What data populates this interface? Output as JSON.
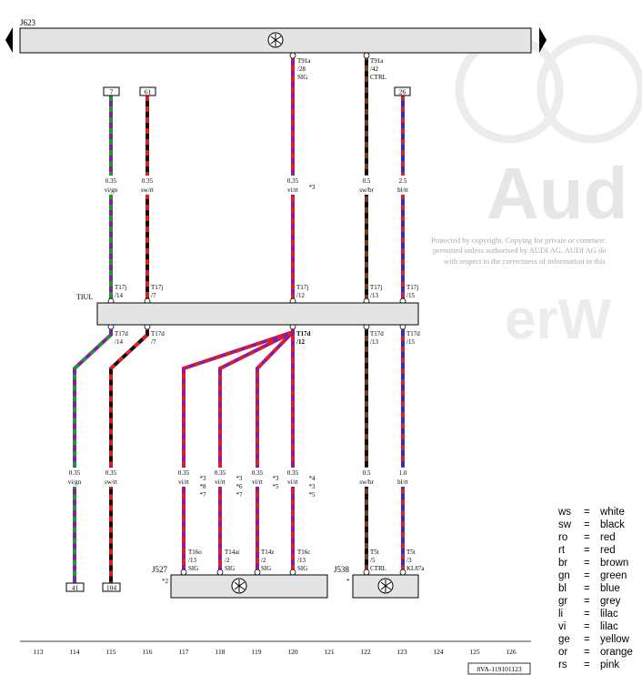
{
  "components": {
    "top_bar": {
      "label": "J623"
    },
    "tiul": {
      "label": "TIUL"
    },
    "j527": {
      "label": "J527",
      "note": "*2"
    },
    "j538": {
      "label": "J538",
      "note": "*"
    }
  },
  "watermark": {
    "brand": "Aud",
    "brand2": "erW",
    "copyright": [
      "Protected by copyright. Copying for private or commerc",
      "permitted unless authorised by AUDI AG. AUDI AG do",
      "with respect to the correctness of information in this"
    ]
  },
  "top_terminals": [
    {
      "pin": "T91a",
      "num": "/28",
      "sig": "SIG"
    },
    {
      "pin": "T91a",
      "num": "/42",
      "sig": "CTRL"
    }
  ],
  "ref_boxes_top": [
    "7",
    "61",
    "26"
  ],
  "ref_boxes_bottom": [
    "41",
    "104"
  ],
  "wire_specs_upper": [
    {
      "size": "0.35",
      "color": "vi/gn"
    },
    {
      "size": "0.35",
      "color": "sw/rt"
    },
    {
      "size": "0.35",
      "color": "vi/rt",
      "note": "*3"
    },
    {
      "size": "0.5",
      "color": "sw/br"
    },
    {
      "size": "2.5",
      "color": "bl/rt"
    }
  ],
  "tiul_pins_top": [
    {
      "pin": "T17j",
      "num": "/14"
    },
    {
      "pin": "T17j",
      "num": "/7"
    },
    {
      "pin": "T17j",
      "num": "/12"
    },
    {
      "pin": "T17j",
      "num": "/13"
    },
    {
      "pin": "T17j",
      "num": "/15"
    }
  ],
  "tiul_pins_bottom": [
    {
      "pin": "T17d",
      "num": "/14"
    },
    {
      "pin": "T17d",
      "num": "/7"
    },
    {
      "pin": "T17d",
      "num": "/12"
    },
    {
      "pin": "T17d",
      "num": "/13"
    },
    {
      "pin": "T17d",
      "num": "/15"
    }
  ],
  "wire_specs_lower": [
    {
      "size": "0.35",
      "color": "vi/gn"
    },
    {
      "size": "0.35",
      "color": "sw/rt"
    },
    {
      "size": "0.35",
      "color": "vi/rt",
      "notes": [
        "*3",
        "*8",
        "*7"
      ]
    },
    {
      "size": "0.35",
      "color": "vi/rt",
      "notes": [
        "*3",
        "*6",
        "*7"
      ]
    },
    {
      "size": "0.35",
      "color": "vi/rt",
      "notes": [
        "*3",
        "*5"
      ]
    },
    {
      "size": "0.35",
      "color": "vi/rt",
      "notes": [
        "*4",
        "*3",
        "*5"
      ]
    },
    {
      "size": "0.5",
      "color": "sw/br"
    },
    {
      "size": "1.0",
      "color": "bl/rt"
    }
  ],
  "bottom_terminals": [
    {
      "pin": "T16o",
      "num": "/13",
      "sig": "SIG"
    },
    {
      "pin": "T14at",
      "num": "/2",
      "sig": "SIG"
    },
    {
      "pin": "T14z",
      "num": "/2",
      "sig": "SIG"
    },
    {
      "pin": "T16c",
      "num": "/13",
      "sig": "SIG"
    },
    {
      "pin": "T5t",
      "num": "/5",
      "sig": "CTRL"
    },
    {
      "pin": "T5t",
      "num": "/3",
      "sig": "KL87a"
    }
  ],
  "scale": [
    "113",
    "114",
    "115",
    "116",
    "117",
    "118",
    "119",
    "120",
    "121",
    "122",
    "123",
    "124",
    "125",
    "126"
  ],
  "figure_id": "8VA-119101123",
  "legend": [
    {
      "code": "ws",
      "eq": "=",
      "name": "white"
    },
    {
      "code": "sw",
      "eq": "=",
      "name": "black"
    },
    {
      "code": "ro",
      "eq": "=",
      "name": "red"
    },
    {
      "code": "rt",
      "eq": "=",
      "name": "red"
    },
    {
      "code": "br",
      "eq": "=",
      "name": "brown"
    },
    {
      "code": "gn",
      "eq": "=",
      "name": "green"
    },
    {
      "code": "bl",
      "eq": "=",
      "name": "blue"
    },
    {
      "code": "gr",
      "eq": "=",
      "name": "grey"
    },
    {
      "code": "li",
      "eq": "=",
      "name": "lilac"
    },
    {
      "code": "vi",
      "eq": "=",
      "name": "lilac"
    },
    {
      "code": "ge",
      "eq": "=",
      "name": "yellow"
    },
    {
      "code": "or",
      "eq": "=",
      "name": "orange"
    },
    {
      "code": "rs",
      "eq": "=",
      "name": "pink"
    }
  ],
  "colors": {
    "violet": "#8a1aa8",
    "green": "#1a9a2a",
    "red": "#e02020",
    "black": "#111111",
    "blue": "#2232d8",
    "brown": "#7a3a1a",
    "component_fill": "#e4e4e4"
  }
}
